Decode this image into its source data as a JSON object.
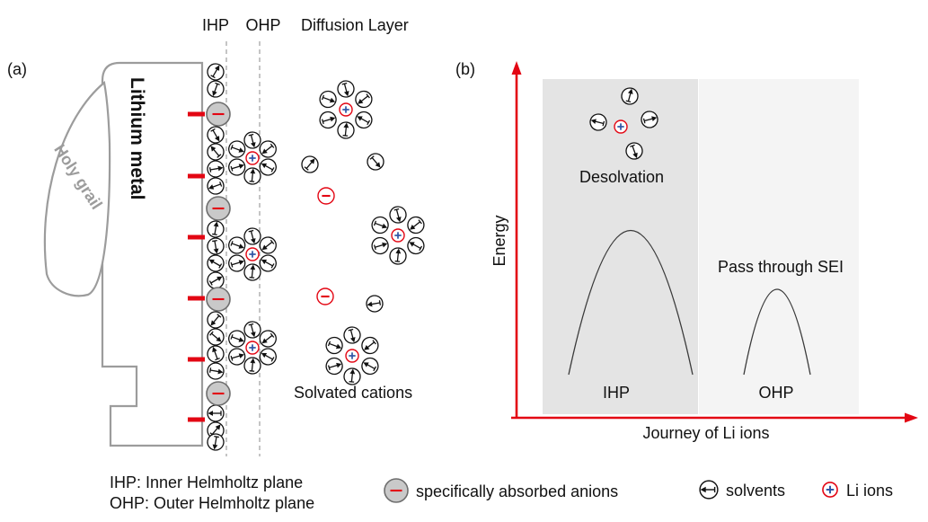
{
  "figure": {
    "top_labels": {
      "ihp": "IHP",
      "ohp": "OHP",
      "diffusion_layer": "Diffusion Layer"
    },
    "panel_a": {
      "tag": "(a)",
      "electrode_label": "Lithium metal",
      "holy_grail_label": "Holy grail",
      "solvated_cations_label": "Solvated cations"
    },
    "panel_b": {
      "tag": "(b)",
      "y_axis_label": "Energy",
      "x_axis_label": "Journey of Li ions",
      "desolvation_label": "Desolvation",
      "pass_through_sei_label": "Pass through SEI",
      "ihp_zone_label": "IHP",
      "ohp_zone_label": "OHP"
    },
    "legend": {
      "ihp_definition": "IHP: Inner Helmholtz plane",
      "ohp_definition": "OHP: Outer Helmholtz plane",
      "absorbed_anions_label": "specifically absorbed anions",
      "solvents_label": "solvents",
      "li_ions_label": "Li ions"
    }
  },
  "icons": {
    "solvent": "white-circle-with-dipole-arrow",
    "li_ion": "red-outline-circle-with-blue-plus",
    "absorbed_anion": "gray-circle-with-red-minus",
    "free_anion": "white-circle-with-red-minus"
  },
  "colors": {
    "accent_red": "#e30613",
    "li_ion_blue": "#2f55a4",
    "electrode_outline_gray": "#9c9c9c",
    "anion_fill_gray": "#c9c9c9",
    "region_ihp_gray": "#e4e4e4",
    "region_ohp_gray": "#f4f4f4"
  }
}
